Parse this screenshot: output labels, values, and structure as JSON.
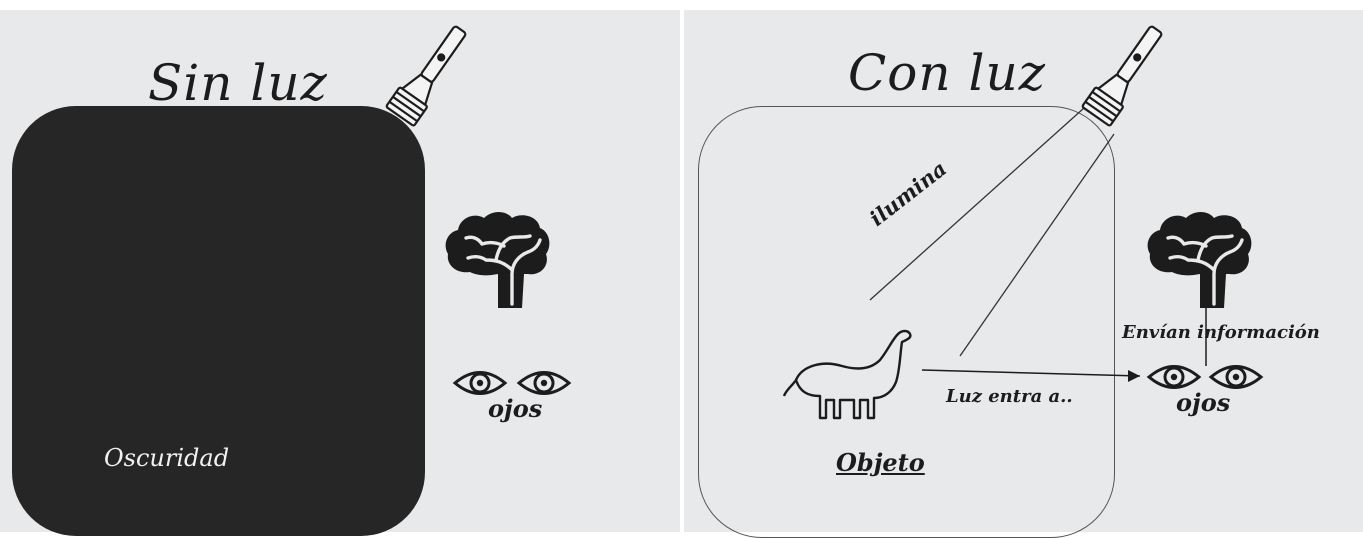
{
  "left": {
    "title": "Sin luz",
    "dark_label": "Oscuridad",
    "eyes_label": "ojos"
  },
  "right": {
    "title": "Con luz",
    "beam_label": "ilumina",
    "object_label": "Objeto",
    "arrow_label": "Luz entra a..",
    "brain_arrow_label": "Envían información",
    "eyes_label": "ojos"
  },
  "icons": [
    "flashlight-icon",
    "brain-icon",
    "eye-icon",
    "dinosaur-icon"
  ],
  "colors": {
    "background": "#e8e9ea",
    "dark": "#262626",
    "ink": "#1c1c1c"
  }
}
